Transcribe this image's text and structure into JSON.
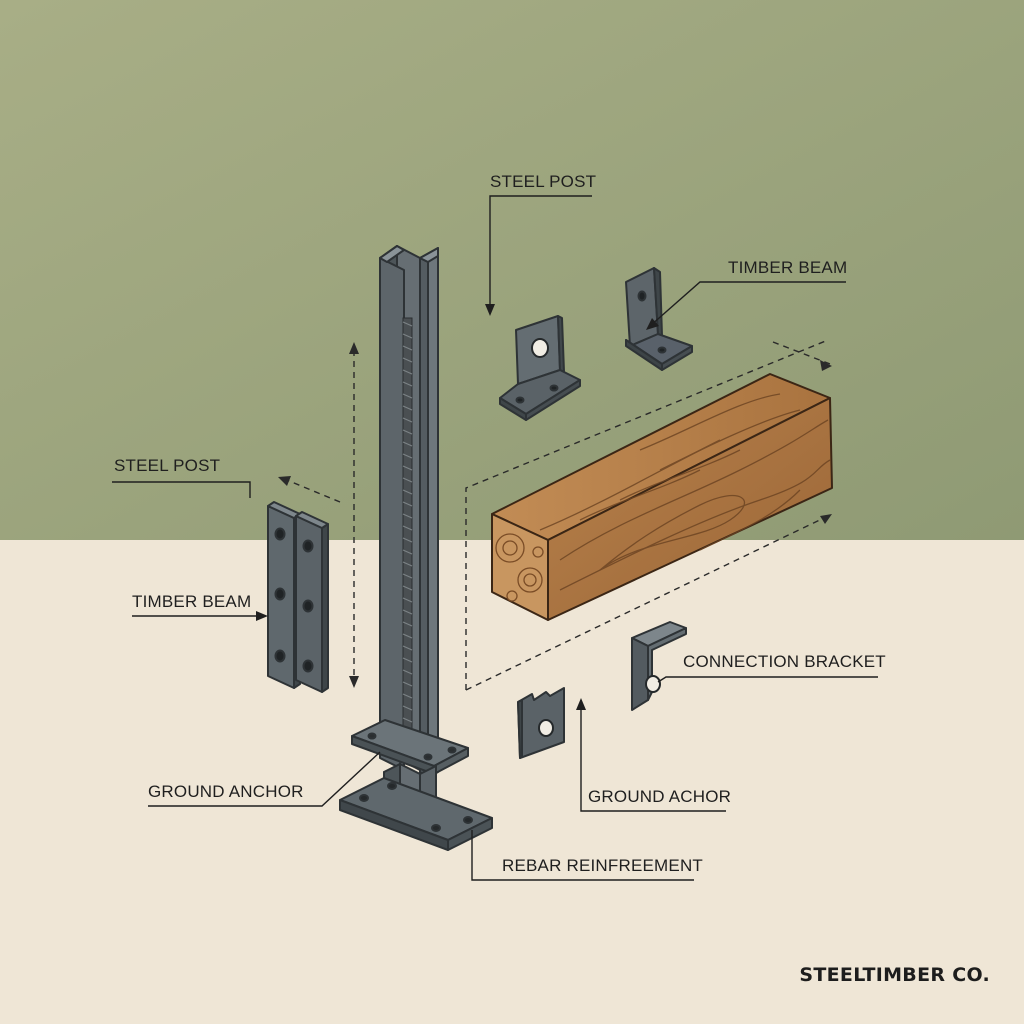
{
  "colors": {
    "wall_top": "#a4ab82",
    "wall_bottom": "#8e9872",
    "floor": "#efe6d6",
    "steel": "#5b6368",
    "steel_dark": "#3f4549",
    "steel_light": "#7a8388",
    "wood": "#b07a47",
    "wood_dark": "#8a5a30",
    "wood_end": "#c8955e",
    "ink": "#1f1f1f"
  },
  "labels": {
    "steel_post_top": "STEEL POST",
    "timber_beam_top": "TIMBER BEAM",
    "steel_post_left": "STEEL POST",
    "timber_beam_left": "TIMBER BEAM",
    "connection_bracket": "CONNECTION BRACKET",
    "ground_anchor_left": "GROUND ANCHOR",
    "ground_anchor_right": "GROUND ACHOR",
    "rebar_reinforcement": "REBAR REINFREEMENT"
  },
  "brand": "STEELTIMBER CO."
}
